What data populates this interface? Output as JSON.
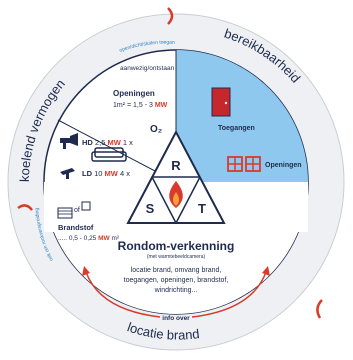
{
  "ring": {
    "top_left": "koelend vermogen",
    "top_right": "bereikbaarheid",
    "bottom": "locatie brand",
    "small_top": "open/dicht/sluiten toegangen",
    "small_left": "ook om rookverspreiding"
  },
  "openingen_panel": {
    "status": "aanwezig/ontstaan",
    "title": "Openingen",
    "formula_prefix": "1m² = 1,5 - 3",
    "formula_unit": "MW"
  },
  "o2_label": "O₂",
  "hd": {
    "label": "HD",
    "value": "2,5",
    "unit": "MW",
    "count": "1 x"
  },
  "ld": {
    "label": "LD",
    "value": "10",
    "unit": "MW",
    "count": "4 x"
  },
  "brandstof": {
    "of_text": "of",
    "title": "Brandstof",
    "formula_prefix": "..... 0,5 - 0,25",
    "formula_unit": "MW",
    "formula_suffix": "m²"
  },
  "triangle": {
    "top": "R",
    "left": "S",
    "right": "T"
  },
  "toegangen": "Toegangen",
  "openingen_right": "Openingen",
  "rondom": {
    "title": "Rondom-verkenning",
    "subtitle": "(met warmtebeeldcamera)",
    "line1": "locatie brand, omvang brand,",
    "line2": "toegangen, openingen, brandstof,",
    "line3": "windrichting...",
    "info": "info over"
  },
  "colors": {
    "navy": "#1f2b4e",
    "light_blue": "#8fc8ee",
    "red": "#d93a2b",
    "ring_grey": "#eef0f3"
  }
}
